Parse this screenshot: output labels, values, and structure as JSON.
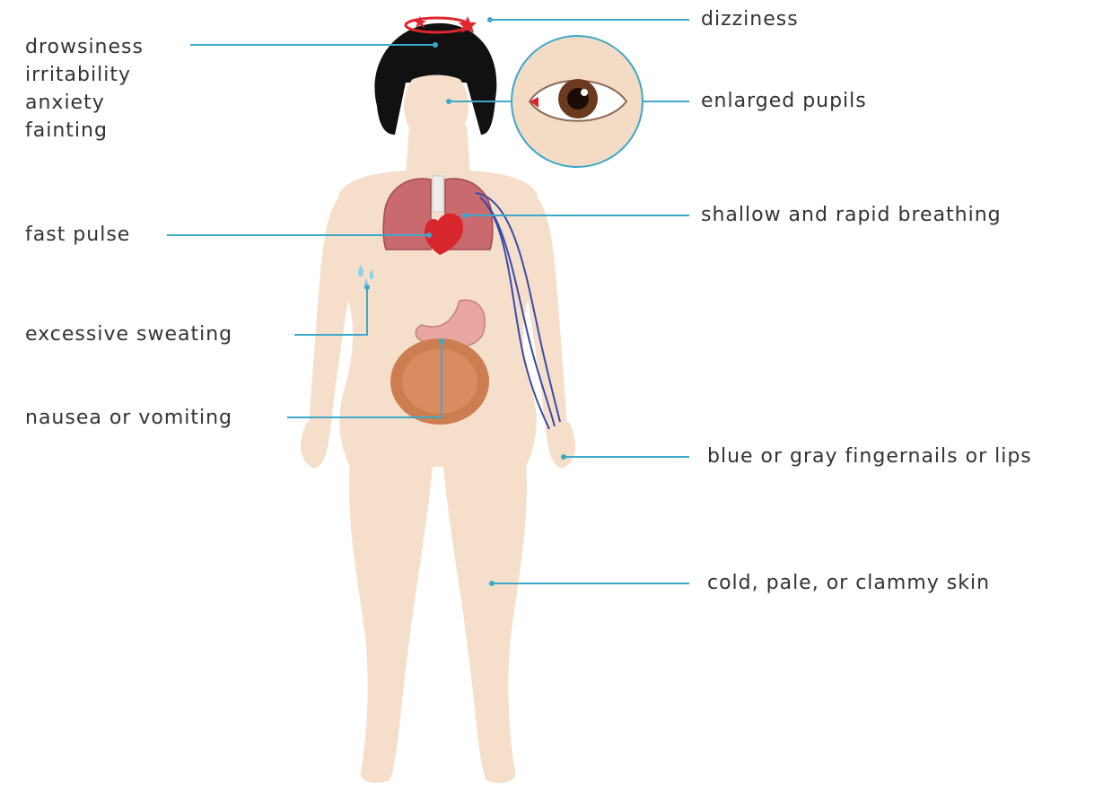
{
  "diagram": {
    "labels": {
      "dizziness": "dizziness",
      "mental": [
        "drowsiness",
        "irritability",
        "anxiety",
        "fainting"
      ],
      "pupils": "enlarged pupils",
      "breathing": "shallow and rapid breathing",
      "pulse": "fast pulse",
      "sweating": "excessive sweating",
      "nausea": "nausea or vomiting",
      "fingernails": "blue or gray fingernails or lips",
      "skin": "cold, pale, or clammy skin"
    },
    "colors": {
      "leader": "#3ea8c9",
      "skin": "#f5dfcb",
      "hair": "#111111",
      "lungs": "#c96a6f",
      "heart": "#d8262f",
      "veins": "#3b4aa8",
      "intestines": "#cd7d52",
      "stomach": "#e7a6a1",
      "sweat": "#8fd1e8",
      "stars": "#e0262f",
      "text": "#333333"
    }
  }
}
